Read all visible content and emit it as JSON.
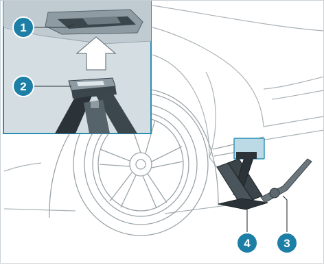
{
  "figure": {
    "kind": "vehicle-jack-placement-illustration",
    "accent_color": "#2a8fb3",
    "badge_fill": "#1e7fa6",
    "outline_color": "#9aa4aa",
    "jack_color": "#2b3338",
    "inset_background": "#d3dde2",
    "callouts": [
      {
        "number": "1",
        "refers_to": "jack-point-on-underbody"
      },
      {
        "number": "2",
        "refers_to": "jack-head-saddle"
      },
      {
        "number": "3",
        "refers_to": "jack-crank-handle"
      },
      {
        "number": "4",
        "refers_to": "jack-base-plate"
      }
    ]
  }
}
